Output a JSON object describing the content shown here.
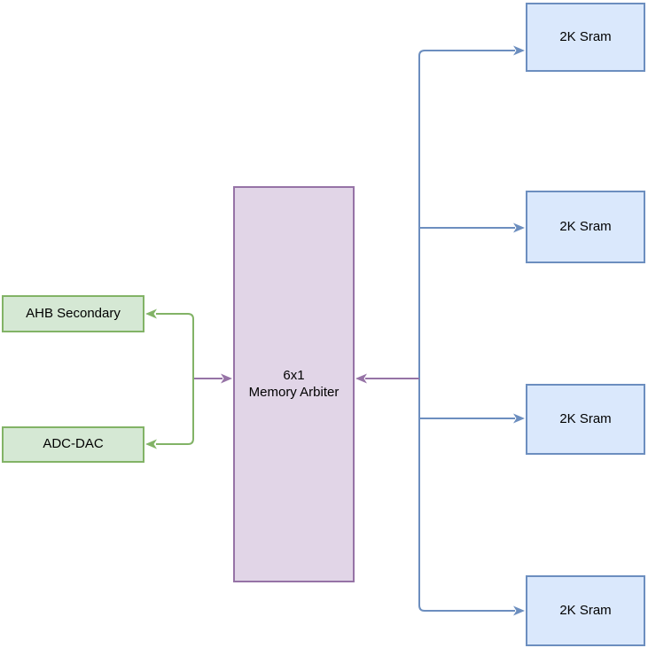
{
  "palette": {
    "arbiter_fill": "#e1d5e7",
    "arbiter_stroke": "#9673a6",
    "source_fill": "#d5e8d4",
    "source_stroke": "#82b366",
    "sram_fill": "#dae8fc",
    "sram_stroke": "#6c8ebf",
    "background": "#ffffff",
    "text_color": "#000000"
  },
  "nodes": {
    "arbiter": {
      "label": "6x1\nMemory Arbiter"
    },
    "ahb_secondary": {
      "label": "AHB Secondary"
    },
    "adc_dac": {
      "label": "ADC-DAC"
    },
    "sram_1": {
      "label": "2K Sram"
    },
    "sram_2": {
      "label": "2K Sram"
    },
    "sram_3": {
      "label": "2K Sram"
    },
    "sram_4": {
      "label": "2K Sram"
    }
  }
}
